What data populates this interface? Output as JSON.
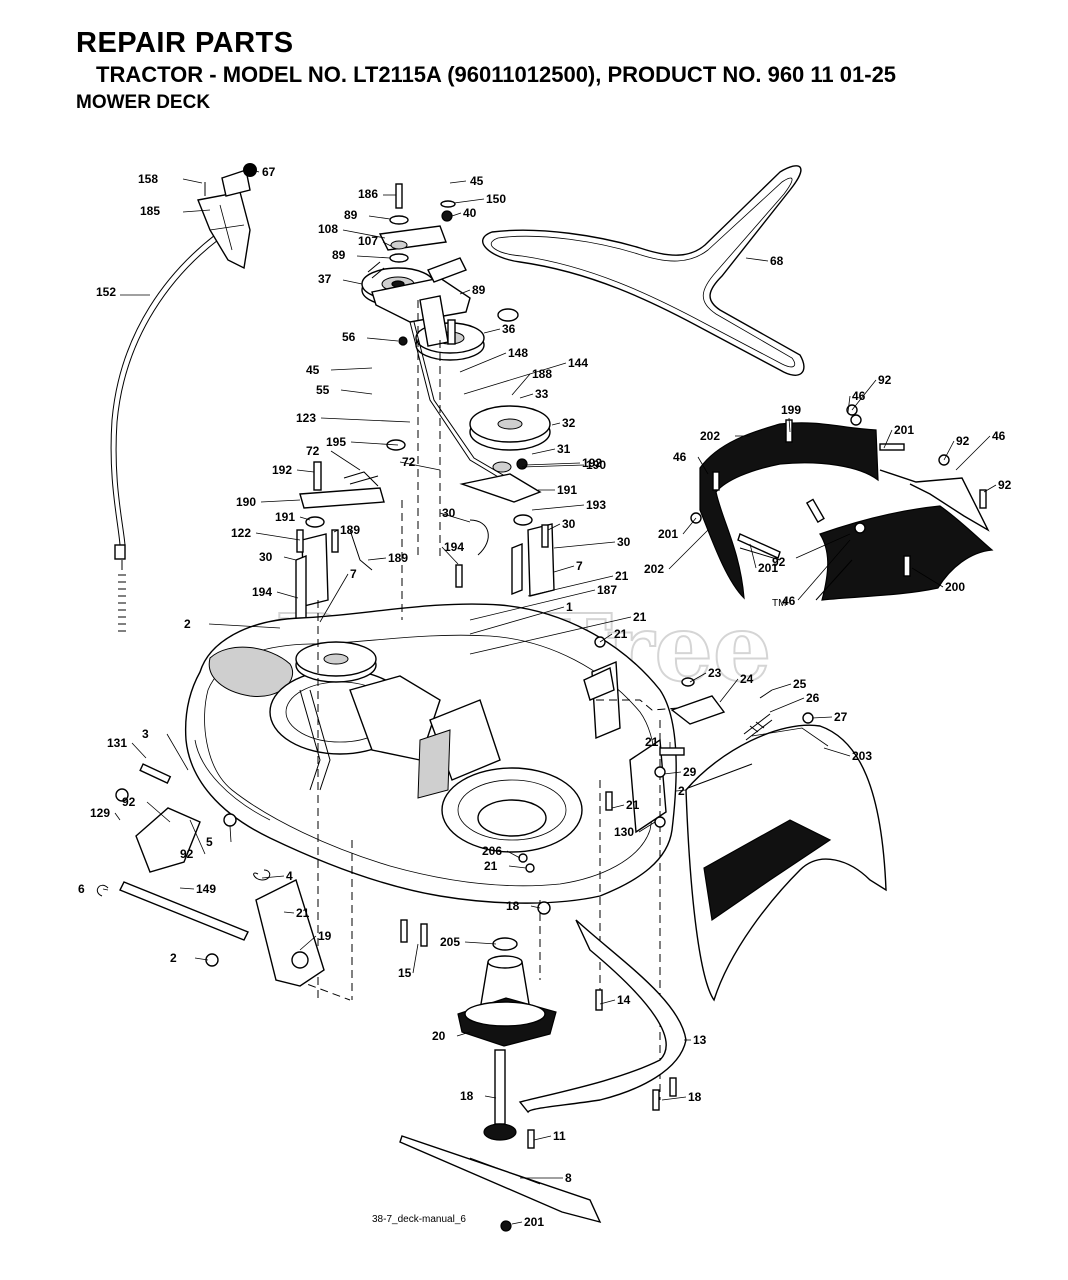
{
  "header": {
    "title": "REPAIR PARTS",
    "subtitle": "TRACTOR - MODEL NO. LT2115A (96011012500), PRODUCT NO. 960 11 01-25",
    "section": "MOWER DECK"
  },
  "watermark": "PartsTree",
  "trademark": "TM",
  "footer_note": "38-7_deck-manual_6",
  "callouts": [
    "158",
    "67",
    "185",
    "152",
    "186",
    "89",
    "108",
    "107",
    "89",
    "37",
    "56",
    "45",
    "150",
    "40",
    "89",
    "36",
    "68",
    "45",
    "55",
    "148",
    "144",
    "188",
    "33",
    "32",
    "123",
    "31",
    "192",
    "195",
    "72",
    "72",
    "192",
    "190",
    "190",
    "191",
    "191",
    "193",
    "30",
    "30",
    "189",
    "122",
    "189",
    "30",
    "30",
    "194",
    "194",
    "7",
    "7",
    "21",
    "187",
    "1",
    "2",
    "21",
    "21",
    "23",
    "24",
    "25",
    "26",
    "27",
    "203",
    "21",
    "29",
    "2",
    "21",
    "130",
    "131",
    "3",
    "92",
    "129",
    "92",
    "5",
    "6",
    "149",
    "4",
    "21",
    "19",
    "2",
    "15",
    "205",
    "206",
    "21",
    "18",
    "14",
    "20",
    "13",
    "18",
    "18",
    "11",
    "8",
    "201",
    "92",
    "46",
    "199",
    "202",
    "201",
    "92",
    "46",
    "46",
    "92",
    "201",
    "202",
    "201",
    "92",
    "46",
    "200"
  ]
}
